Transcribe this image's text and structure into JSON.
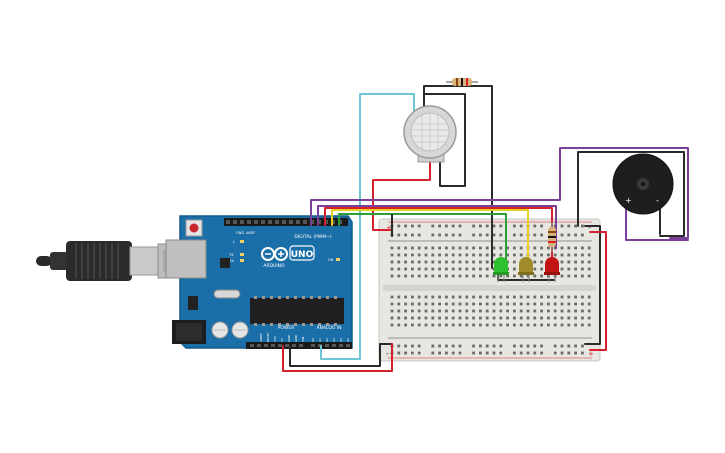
{
  "board": {
    "brand": "ARDUINO",
    "model": "UNO",
    "digital_label": "DIGITAL (PWM~)",
    "power_label": "POWER",
    "analog_label": "ANALOG IN",
    "aref": "AREF",
    "gnd": "GND",
    "tx": "TX",
    "rx": "RX",
    "led_l": "L",
    "on": "ON",
    "power_pins": [
      "IOREF",
      "RESET",
      "3V3",
      "5V",
      "GND",
      "GND",
      "VIN"
    ],
    "analog_pins": [
      "A0",
      "A1",
      "A2",
      "A3",
      "A4",
      "A5"
    ]
  },
  "breadboard": {
    "plus": "+",
    "minus": "-",
    "rows": 30
  },
  "buzzer": {
    "plus": "+",
    "minus": "-"
  },
  "colors": {
    "board": "#1b6fa8",
    "board_dark": "#145a8a",
    "breadboard": "#e8e6e0",
    "wire_red": "#d3212d",
    "wire_black": "#2b2b2b",
    "wire_cyan": "#6ec5d8",
    "wire_purple": "#7b3f98",
    "wire_yellow": "#e8d21f",
    "wire_green": "#2e9e3a",
    "led_green": "#2ec02e",
    "led_yellow": "#a08c2a",
    "led_red": "#c21414"
  }
}
